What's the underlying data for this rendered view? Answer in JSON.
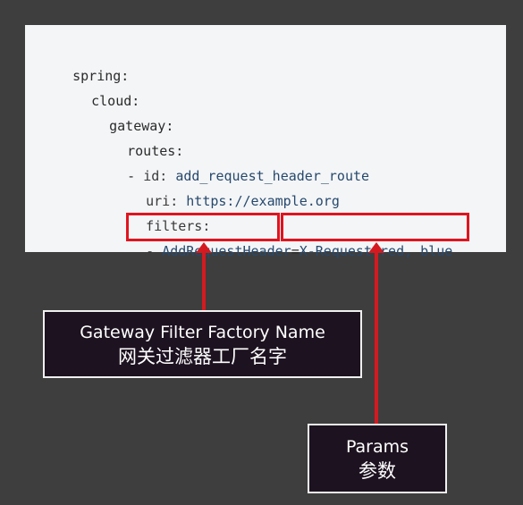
{
  "code": {
    "l1": "spring:",
    "l2": "cloud:",
    "l3": "gateway:",
    "l4": "routes:",
    "l5_prefix": "- ",
    "l5_key": "id:",
    "l5_val": "add_request_header_route",
    "l6_key": "uri:",
    "l6_val": "https://example.org",
    "l7_key": "filters:",
    "l8_prefix": "- ",
    "l8_name": "AddRequestHeader",
    "l8_eq": "=",
    "l8_params": "X-Request-red, blue"
  },
  "labels": {
    "filter_name_en": "Gateway Filter Factory Name",
    "filter_name_zh": "网关过滤器工厂名字",
    "params_en": "Params",
    "params_zh": "参数"
  },
  "colors": {
    "background": "#3e3e3e",
    "code_bg": "#f4f5f7",
    "highlight": "#e0141e",
    "label_bg": "#1d1220"
  }
}
